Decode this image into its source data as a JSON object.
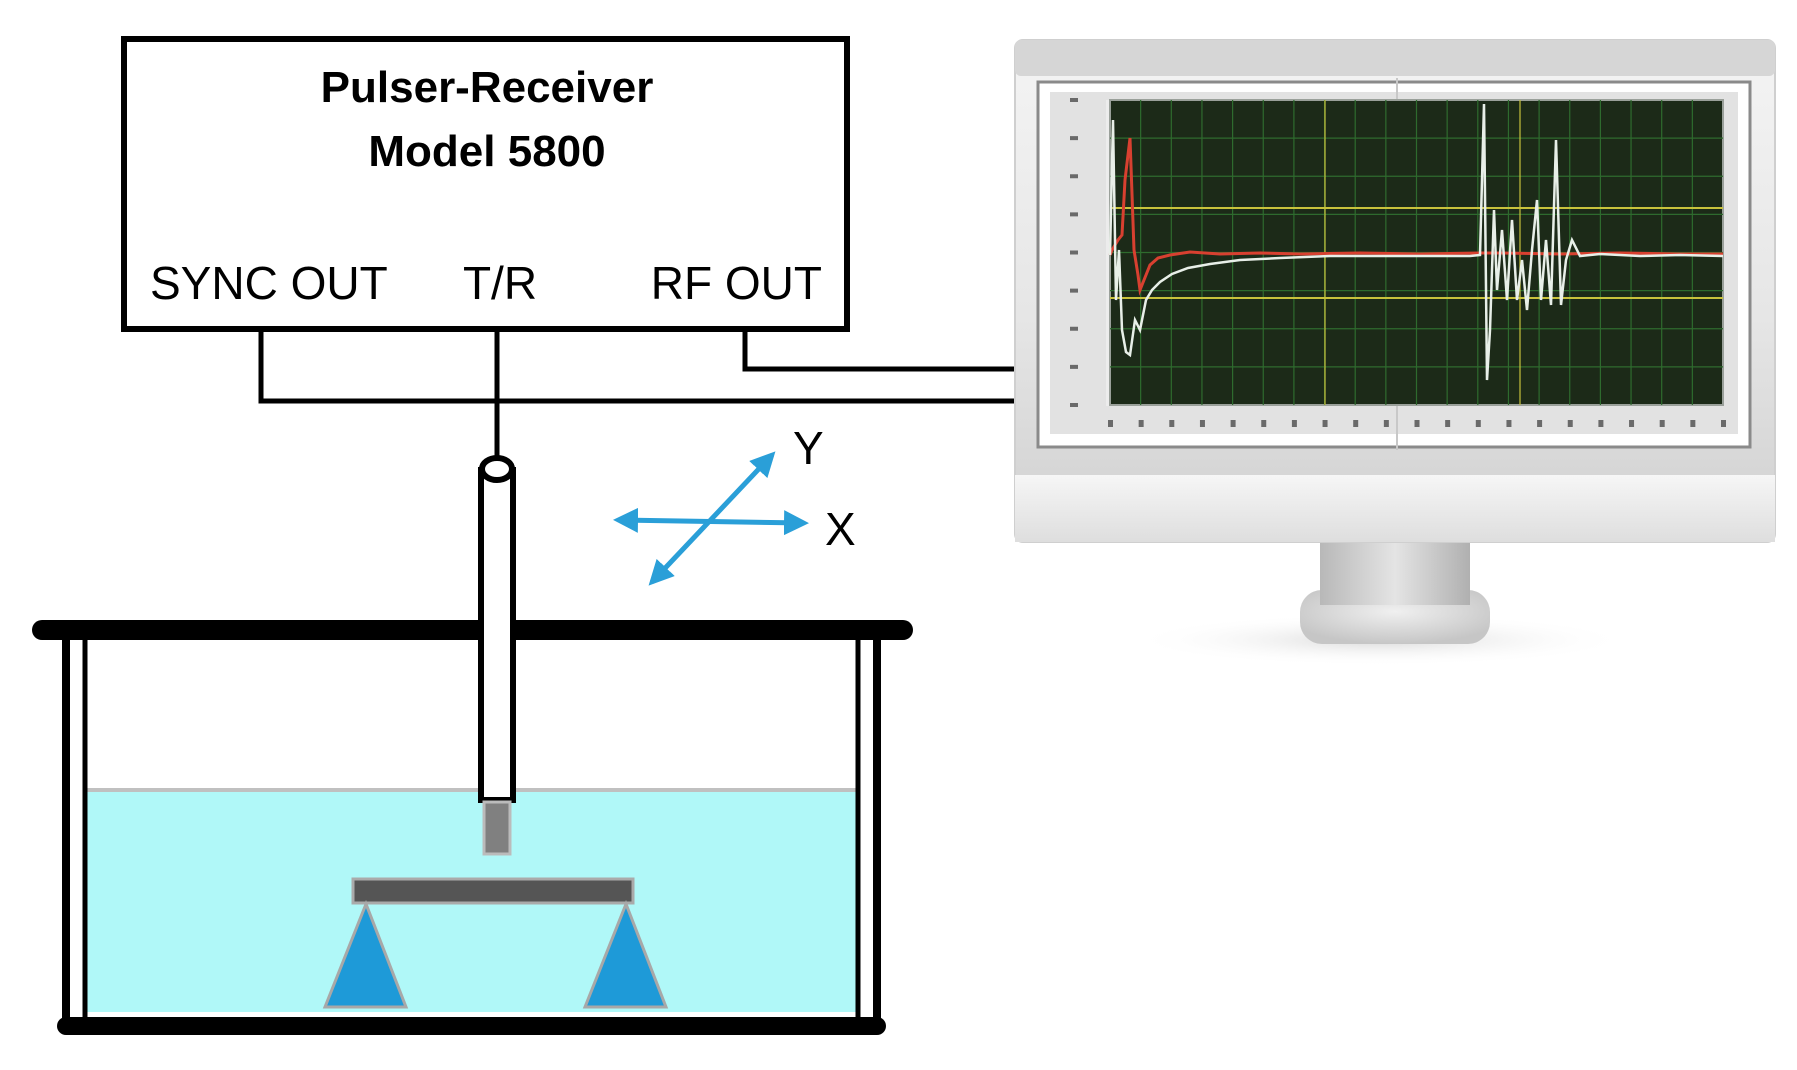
{
  "device": {
    "title_line1": "Pulser-Receiver",
    "title_line2": "Model 5800",
    "ports": {
      "sync_out": "SYNC OUT",
      "tr": "T/R",
      "rf_out": "RF OUT"
    }
  },
  "motion_axes": {
    "x": "X",
    "y": "Y"
  },
  "colors": {
    "water": "#b0f8f8",
    "support": "#1e9ad8",
    "arrow": "#2a9fd8",
    "specimen": "#555555",
    "transducer_tip": "#808080",
    "scope_bg": "#1c2a18",
    "scope_grid": "#2e6b2e",
    "scope_yellow": "#c8c23c",
    "trace_white": "#e8efe8",
    "trace_red": "#d84030"
  },
  "icons": {
    "monitor": "monitor-icon",
    "scan_arrows": "xy-scan-arrows-icon"
  }
}
